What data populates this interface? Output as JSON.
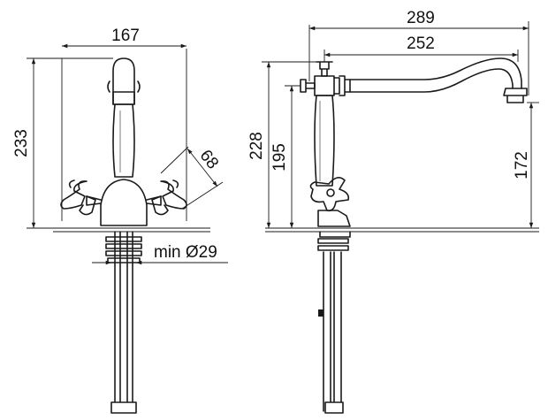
{
  "dimensions": {
    "front_width": "167",
    "front_height": "233",
    "handle_offset": "68",
    "hole_diameter": "min Ø29",
    "side_length_outer": "289",
    "side_length_spout": "252",
    "side_height_total": "228",
    "side_height_spout": "195",
    "side_height_outlet": "172"
  },
  "colors": {
    "line": "#1a1a1a",
    "background": "#ffffff"
  }
}
